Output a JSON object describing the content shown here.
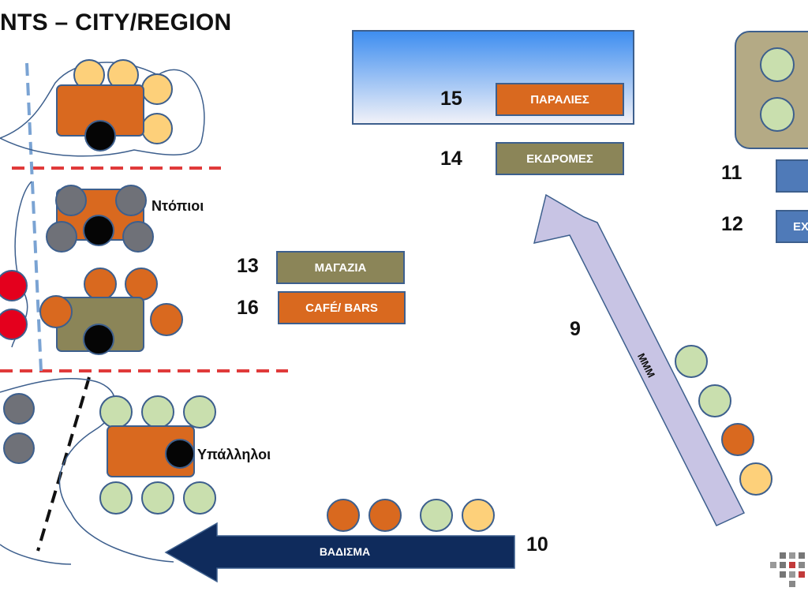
{
  "header": {
    "title": "NTS – CITY/REGION"
  },
  "groups": {
    "locals_label": "Ντόπιοι",
    "employees_label": "Υπάλληλοι"
  },
  "boxes": {
    "beaches": {
      "number": "15",
      "label": "ΠΑΡΑΛΙΕΣ"
    },
    "excursions": {
      "number": "14",
      "label": "ΕΚΔΡΟΜΕΣ"
    },
    "shops": {
      "number": "13",
      "label": "ΜΑΓΑΖΙΑ"
    },
    "cafes": {
      "number": "16",
      "label": "CAFÉ/ BARS"
    },
    "box11": {
      "number": "11",
      "label": ""
    },
    "box12": {
      "number": "12",
      "label": "ΕΧ"
    }
  },
  "arrows": {
    "mmm": {
      "number": "9",
      "label": "ΜΜΜ"
    },
    "walking": {
      "number": "10",
      "label": "ΒΑΔΙΣΜΑ"
    }
  },
  "colors": {
    "orange": "#d9691f",
    "olive": "#8b8558",
    "steel_blue": "#4f7ab8",
    "navy": "#0f2b5c",
    "lavender": "#c8c4e4",
    "yellow": "#fdd07a",
    "green": "#c9dfae",
    "gray": "#6f7178",
    "red": "#e4001d",
    "black": "#050505"
  }
}
